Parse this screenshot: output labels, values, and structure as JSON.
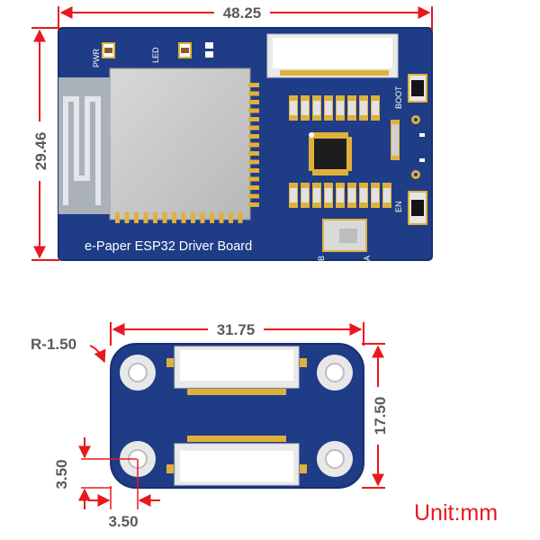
{
  "colors": {
    "pcb": "#1f3c86",
    "pcb_edge": "#16306e",
    "module": "#c8c8c8",
    "pad": "#e0b13a",
    "dimension": "#e8181f",
    "dim_text": "#5a5a5a",
    "unit_text": "#e8181f"
  },
  "driver_board": {
    "title": "e-Paper ESP32 Driver Board",
    "labels": {
      "pwr": "PWR",
      "led": "LED",
      "boot": "BOOT",
      "en": "EN",
      "a": "A",
      "b": "B"
    },
    "dimensions": {
      "width": "48.25",
      "height": "29.46"
    }
  },
  "adapter_board": {
    "dimensions": {
      "width": "31.75",
      "height": "17.50",
      "radius": "R-1.50",
      "hole_x": "3.50",
      "hole_y": "3.50"
    }
  },
  "unit_label": "Unit:mm"
}
